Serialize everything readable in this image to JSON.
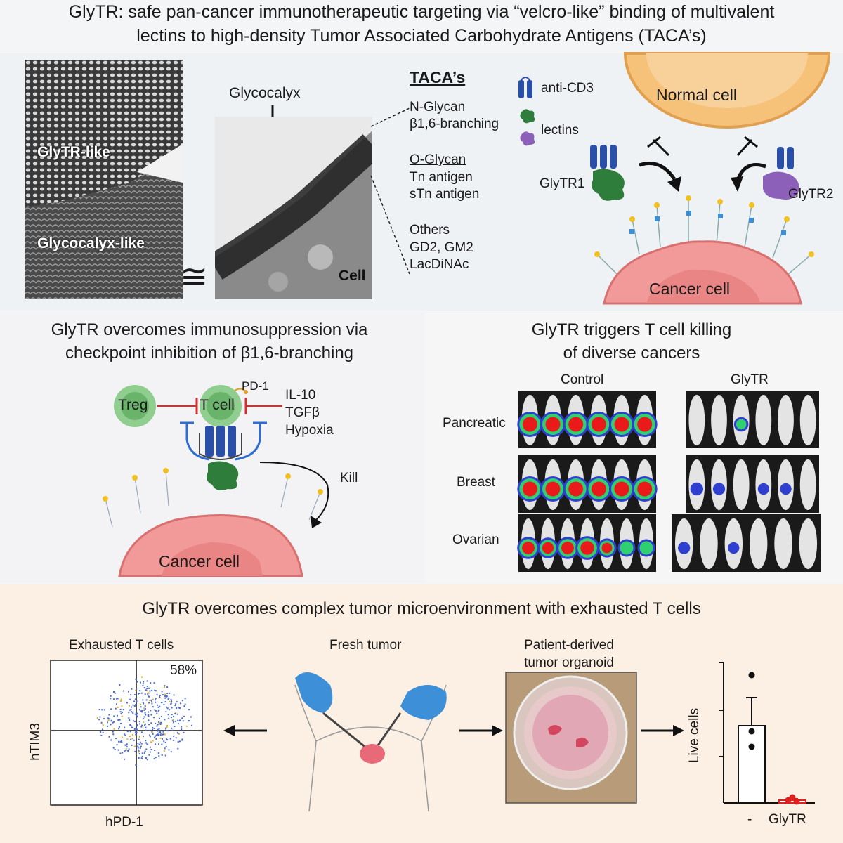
{
  "title": {
    "line1": "GlyTR: safe pan-cancer immunotherapeutic targeting via “velcro-like” binding of multivalent",
    "line2": "lectins to high-density Tumor Associated Carbohydrate Antigens (TACA’s)"
  },
  "top": {
    "velcro_top_label": "GlyTR-like",
    "velcro_bottom_label": "Glycocalyx-like",
    "approx_symbol": "≅",
    "glycocalyx_label": "Glycocalyx",
    "cell_label": "Cell",
    "tacas": {
      "heading": "TACA’s",
      "groups": [
        {
          "name": "N-Glycan",
          "items": [
            "β1,6-branching"
          ]
        },
        {
          "name": "O-Glycan",
          "items": [
            "Tn antigen",
            "sTn antigen"
          ]
        },
        {
          "name": "Others",
          "items": [
            "GD2, GM2",
            "LacDiNAc"
          ]
        }
      ]
    },
    "legend": {
      "anti_cd3": "anti-CD3",
      "lectins": "lectins"
    },
    "normal_cell": "Normal cell",
    "glytr1": "GlyTR1",
    "glytr2": "GlyTR2",
    "cancer_cell": "Cancer cell"
  },
  "left_mid": {
    "title1": "GlyTR overcomes immunosuppression via",
    "title2": "checkpoint inhibition of β1,6-branching",
    "treg": "Treg",
    "tcell": "T cell",
    "pd1": "PD-1",
    "suppressors": [
      "IL-10",
      "TGFβ",
      "Hypoxia"
    ],
    "kill": "Kill",
    "cancer_cell": "Cancer cell"
  },
  "right_mid": {
    "title1": "GlyTR triggers T cell killing",
    "title2": "of diverse cancers",
    "col_control": "Control",
    "col_glytr": "GlyTR",
    "rows": [
      "Pancreatic",
      "Breast",
      "Ovarian"
    ]
  },
  "bottom": {
    "title": "GlyTR overcomes complex tumor microenvironment with exhausted T cells",
    "flow": {
      "title": "Exhausted T cells",
      "percent": "58%",
      "xlabel": "hPD-1",
      "ylabel": "hTIM3"
    },
    "fresh_tumor": "Fresh tumor",
    "organoid1": "Patient-derived",
    "organoid2": "tumor organoid",
    "chart_title": "Live cells",
    "chart_data": {
      "type": "bar",
      "categories": [
        "-",
        "GlyTR"
      ],
      "ylabel": "Live cells",
      "values": [
        0.55,
        0.02
      ],
      "error": [
        0.2,
        0.01
      ],
      "points": [
        [
          0.91,
          0.51,
          0.4
        ],
        [
          0.04,
          0.02,
          0.01
        ]
      ],
      "colors": [
        "#ffffff",
        "#e02020"
      ]
    }
  },
  "colors": {
    "tumor": "#f29a9a",
    "lectin_green": "#2f7d3a",
    "lectin_purple": "#8c5fb8",
    "cd3_blue": "#2a4fa8",
    "normal_cell": "#f6c27a",
    "treg_green": "#8fce8f",
    "inhibit_red": "#d32f2f",
    "inhibit_blue": "#2e6cd1"
  }
}
